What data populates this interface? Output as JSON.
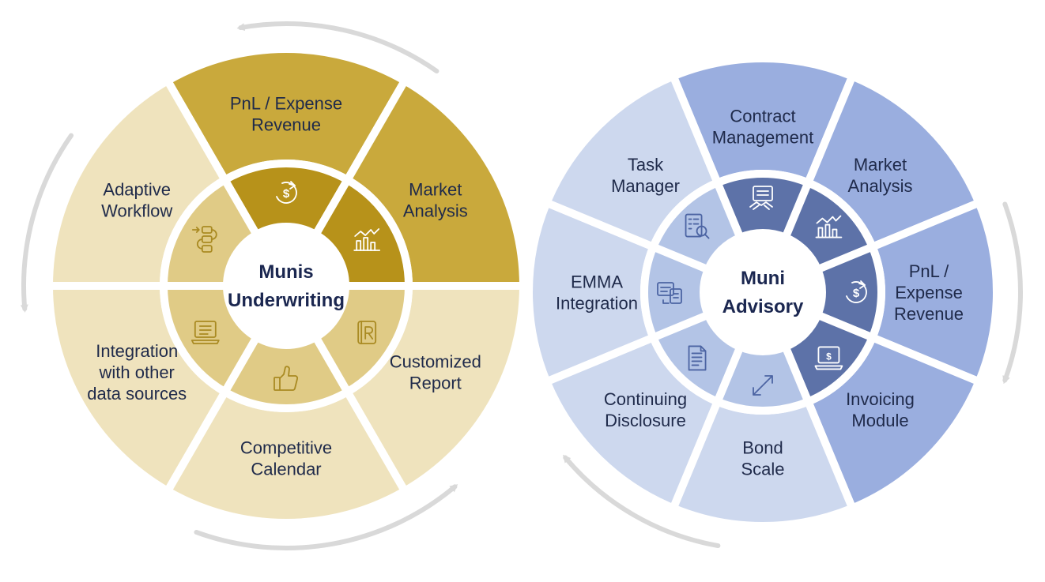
{
  "left_wheel": {
    "title_lines": [
      "Munis",
      "Underwriting"
    ],
    "colors": {
      "light": "#efe3bd",
      "light_inner": "#e0cb86",
      "dark": "#c9a93c",
      "dark_inner": "#b7921a",
      "icon_light": "#a98a22",
      "icon_dark": "#ffffff"
    },
    "segments": [
      {
        "lines": [
          "PnL / Expense",
          "Revenue"
        ],
        "shade": "dark",
        "icon": "dollar-cycle-icon"
      },
      {
        "lines": [
          "Market",
          "Analysis"
        ],
        "shade": "dark",
        "icon": "bar-chart-icon"
      },
      {
        "lines": [
          "Customized",
          "Report"
        ],
        "shade": "light",
        "icon": "report-icon"
      },
      {
        "lines": [
          "Competitive",
          "Calendar"
        ],
        "shade": "light",
        "icon": "thumbs-up-icon"
      },
      {
        "lines": [
          "Integration",
          "with other",
          "data sources"
        ],
        "shade": "light",
        "icon": "laptop-icon"
      },
      {
        "lines": [
          "Adaptive",
          "Workflow"
        ],
        "shade": "light",
        "icon": "workflow-icon"
      }
    ]
  },
  "right_wheel": {
    "title_lines": [
      "Muni",
      "Advisory"
    ],
    "colors": {
      "light": "#cdd8ee",
      "light_inner": "#b3c4e6",
      "mid": "#9aaedf",
      "mid_inner": "#5d72a8",
      "icon_light": "#4c64a3",
      "icon_dark": "#ffffff"
    },
    "segments": [
      {
        "lines": [
          "Contract",
          "Management"
        ],
        "shade": "mid",
        "icon": "contract-icon"
      },
      {
        "lines": [
          "Market",
          "Analysis"
        ],
        "shade": "mid",
        "icon": "bar-chart-icon"
      },
      {
        "lines": [
          "PnL /",
          "Expense",
          "Revenue"
        ],
        "shade": "mid",
        "icon": "dollar-cycle-icon"
      },
      {
        "lines": [
          "Invoicing",
          "Module"
        ],
        "shade": "mid",
        "icon": "invoice-icon"
      },
      {
        "lines": [
          "Bond",
          "Scale"
        ],
        "shade": "light",
        "icon": "expand-arrows-icon"
      },
      {
        "lines": [
          "Continuing",
          "Disclosure"
        ],
        "shade": "light",
        "icon": "document-icon"
      },
      {
        "lines": [
          "EMMA",
          "Integration"
        ],
        "shade": "light",
        "icon": "integration-icon"
      },
      {
        "lines": [
          "Task",
          "Manager"
        ],
        "shade": "light",
        "icon": "task-search-icon"
      }
    ]
  },
  "arrow_color": "#d9d9d9"
}
